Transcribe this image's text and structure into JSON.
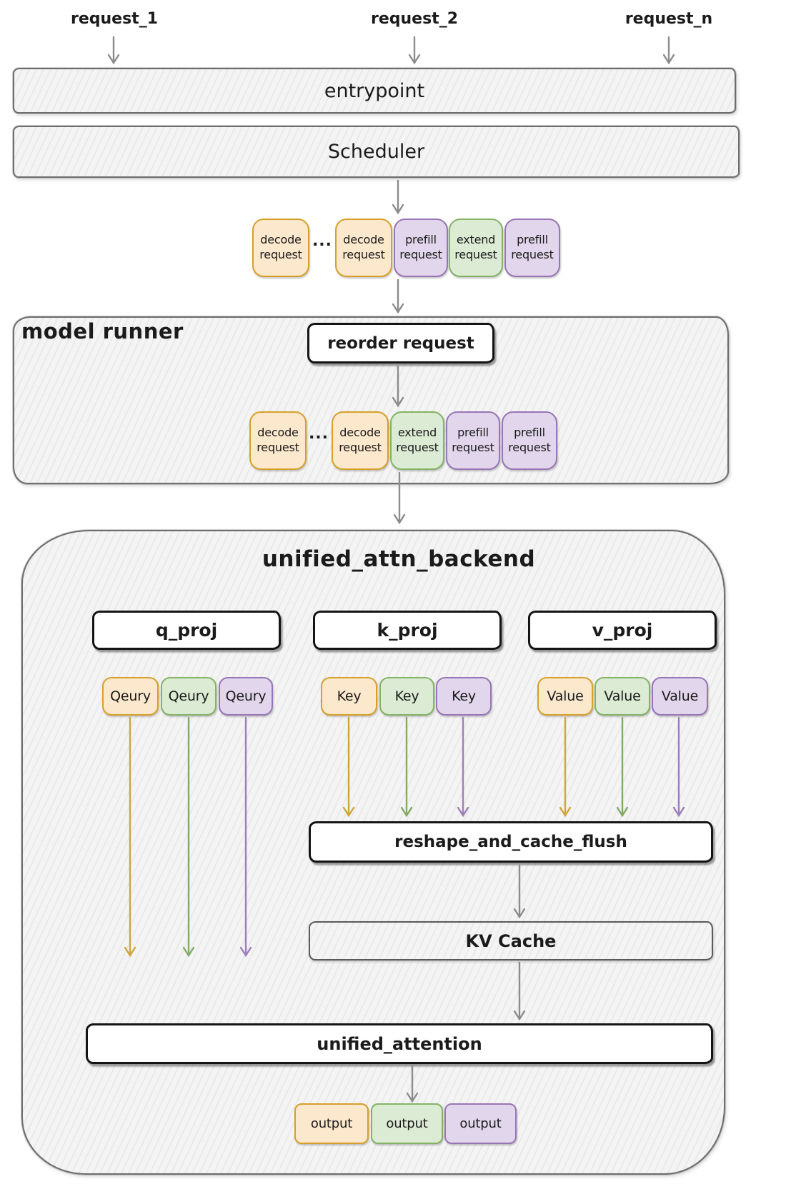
{
  "colors": {
    "ink": "#1b1b1b",
    "container_border": "#6e6e6e",
    "orange_fill": "#fce8cd",
    "orange_border": "#d8a02a",
    "green_fill": "#dcebd3",
    "green_border": "#84b366",
    "purple_fill": "#e2d6ec",
    "purple_border": "#9876b5",
    "arrow_gray": "#8c8c8c",
    "arrow_orange": "#cfa53d",
    "arrow_green": "#82ab66",
    "arrow_purple": "#9d80ba"
  },
  "incoming_requests": [
    {
      "label": "request_1"
    },
    {
      "label": "request_2"
    },
    {
      "label": "request_n"
    }
  ],
  "entrypoint_label": "entrypoint",
  "scheduler_label": "Scheduler",
  "scheduled_batch": {
    "dots": "...",
    "items": [
      {
        "label": "decode request",
        "color": "orange"
      },
      {
        "label": "decode request",
        "color": "orange"
      },
      {
        "label": "prefill request",
        "color": "purple"
      },
      {
        "label": "extend request",
        "color": "green"
      },
      {
        "label": "prefill request",
        "color": "purple"
      }
    ]
  },
  "model_runner": {
    "title": "model runner",
    "reorder_label": "reorder request",
    "reordered_batch": {
      "dots": "...",
      "items": [
        {
          "label": "decode request",
          "color": "orange"
        },
        {
          "label": "decode request",
          "color": "orange"
        },
        {
          "label": "extend request",
          "color": "green"
        },
        {
          "label": "prefill request",
          "color": "purple"
        },
        {
          "label": "prefill request",
          "color": "purple"
        }
      ]
    }
  },
  "attn_backend": {
    "title": "unified_attn_backend",
    "proj_boxes": [
      {
        "label": "q_proj"
      },
      {
        "label": "k_proj"
      },
      {
        "label": "v_proj"
      }
    ],
    "q_tokens": [
      {
        "label": "Qeury",
        "color": "orange"
      },
      {
        "label": "Qeury",
        "color": "green"
      },
      {
        "label": "Qeury",
        "color": "purple"
      }
    ],
    "k_tokens": [
      {
        "label": "Key",
        "color": "orange"
      },
      {
        "label": "Key",
        "color": "green"
      },
      {
        "label": "Key",
        "color": "purple"
      }
    ],
    "v_tokens": [
      {
        "label": "Value",
        "color": "orange"
      },
      {
        "label": "Value",
        "color": "green"
      },
      {
        "label": "Value",
        "color": "purple"
      }
    ],
    "reshape_label": "reshape_and_cache_flush",
    "kv_cache_label": "KV Cache",
    "attention_label": "unified_attention",
    "outputs": [
      {
        "label": "output",
        "color": "orange"
      },
      {
        "label": "output",
        "color": "green"
      },
      {
        "label": "output",
        "color": "purple"
      }
    ]
  }
}
